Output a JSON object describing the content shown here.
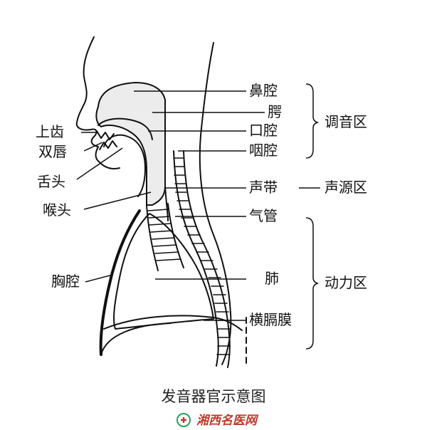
{
  "colors": {
    "line": "#111111",
    "cavity_fill": "#ececec",
    "watermark_text": "#c0392b",
    "watermark_logo": "#2a9d5c"
  },
  "labels": {
    "nasal_cavity": "鼻腔",
    "palate": "腭",
    "oral_cavity": "口腔",
    "pharynx": "咽腔",
    "upper_teeth": "上齿",
    "lips": "双唇",
    "tongue": "舌头",
    "larynx": "喉头",
    "vocal_cords": "声带",
    "trachea": "气管",
    "chest": "胸腔",
    "lungs": "肺",
    "diaphragm": "横膈膜"
  },
  "regions": {
    "resonance": "调音区",
    "sound_source": "声源区",
    "power": "动力区"
  },
  "caption": "发音器官示意图",
  "watermark": {
    "text": "湘西名医网",
    "logo_icon": "caduceus-cross-icon"
  }
}
